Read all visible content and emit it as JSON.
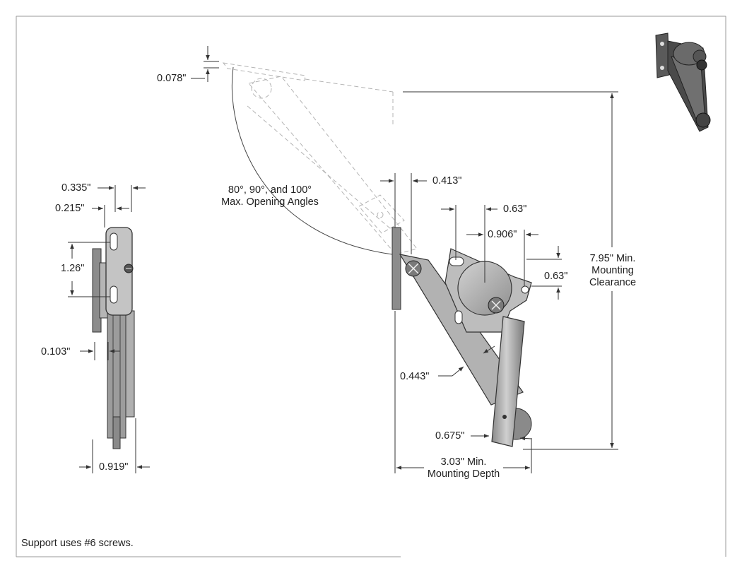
{
  "dimensions": {
    "hinge_offset": "0.078\"",
    "side_depth_1": "0.335\"",
    "side_depth_2": "0.215\"",
    "slot_spacing": "1.26\"",
    "plate_thickness": "0.103\"",
    "overall_width": "0.919\"",
    "pivot_offset": "0.413\"",
    "hole_offset_x": "0.63\"",
    "drum_offset": "0.906\"",
    "hole_offset_y": "0.63\"",
    "arm_width": "0.443\"",
    "roller_offset": "0.675\""
  },
  "labels": {
    "angles_line1": "80°, 90°, and 100°",
    "angles_line2": "Max. Opening Angles",
    "clearance_line1": "7.95\" Min.",
    "clearance_line2": "Mounting",
    "clearance_line3": "Clearance",
    "depth_line1": "3.03\" Min.",
    "depth_line2": "Mounting Depth"
  },
  "note": "Support uses #6 screws.",
  "colors": {
    "part_fill": "#a9a9a9",
    "part_dark": "#6e6e6e",
    "line": "#333333",
    "phantom": "#b4b4b4"
  }
}
